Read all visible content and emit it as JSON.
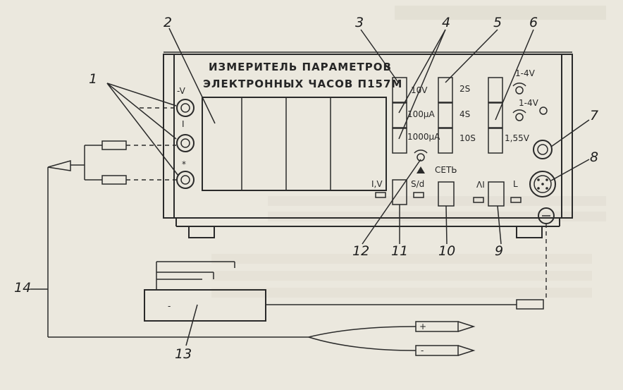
{
  "title_line1": "ИЗМЕРИТЕЛЬ ПАРАМЕТРОВ",
  "title_line2": "ЭЛЕКТРОННЫХ ЧАСОВ  П157М",
  "terminals": {
    "minus_v": "-V",
    "i": "I",
    "star": "*"
  },
  "range_buttons": {
    "v10": "10V",
    "ua100": "100μA",
    "ua1000": "1000μA"
  },
  "time_buttons": {
    "s2": "2S",
    "s4": "4S",
    "s10": "10S"
  },
  "voltage_buttons": {
    "v14a": "1-4V",
    "v14b": "1-4V",
    "v155": "1,55V"
  },
  "switch_labels": {
    "iv": "I,V",
    "sd": "S/d",
    "network": "СЕТЬ",
    "lambda_i": "ΛI",
    "l": "L"
  },
  "callouts": {
    "c1": "1",
    "c2": "2",
    "c3": "3",
    "c4": "4",
    "c5": "5",
    "c6": "6",
    "c7": "7",
    "c8": "8",
    "c9": "9",
    "c10": "10",
    "c11": "11",
    "c12": "12",
    "c13": "13",
    "c14": "14"
  },
  "probe_signs": {
    "plus": "+",
    "minus": "-"
  },
  "box_sign": "-",
  "colors": {
    "ink": "#2a2a2a",
    "paper": "#ebe8de"
  }
}
